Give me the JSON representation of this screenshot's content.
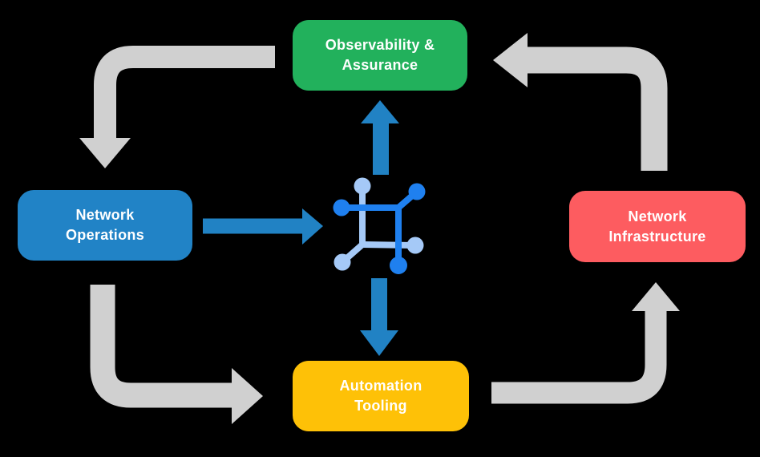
{
  "colors": {
    "background": "#000000",
    "node-green": "#22b15c",
    "node-blue": "#2183c6",
    "node-red": "#fd5c60",
    "node-yellow": "#fec107",
    "arrow-gray": "#d0d0d0",
    "arrow-blue": "#2182c4",
    "icon-dark": "#1f80ef",
    "icon-light": "#a5c9f7",
    "text": "#ffffff"
  },
  "nodes": {
    "observability": {
      "label": "Observability &\nAssurance"
    },
    "operations": {
      "label": "Network\nOperations"
    },
    "infrastructure": {
      "label": "Network\nInfrastructure"
    },
    "automation": {
      "label": "Automation\nTooling"
    }
  },
  "icon": {
    "name": "network-fabric-icon"
  }
}
